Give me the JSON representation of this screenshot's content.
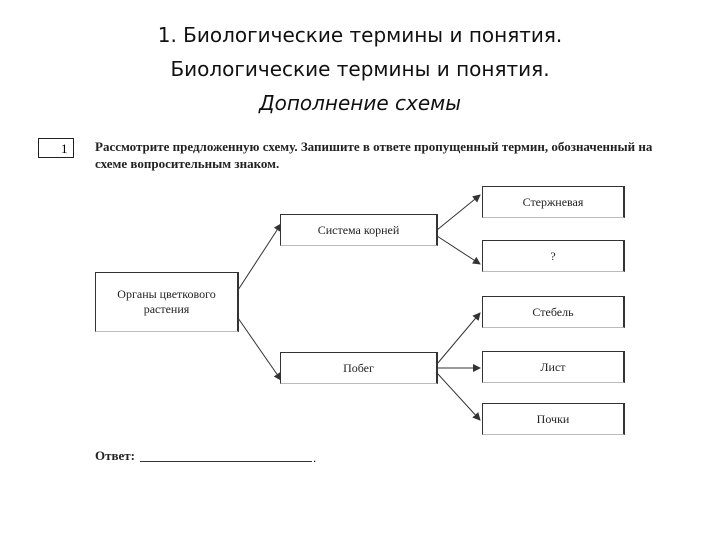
{
  "slide": {
    "title_line1": "1. Биологические термины и понятия.",
    "title_line2": "Биологические термины и понятия.",
    "title_line3": "Дополнение схемы"
  },
  "task": {
    "number": "1",
    "text": "Рассмотрите предложенную схему. Запишите в ответе пропущенный термин, обозначенный на схеме вопросительным знаком.",
    "answer_label": "Ответ:",
    "answer_end": "."
  },
  "diagram": {
    "root": "Органы цветкового растения",
    "branch_roots": "Система корней",
    "branch_shoot": "Побег",
    "roots_children": [
      "Стержневая",
      "?"
    ],
    "shoot_children": [
      "Стебель",
      "Лист",
      "Почки"
    ]
  }
}
